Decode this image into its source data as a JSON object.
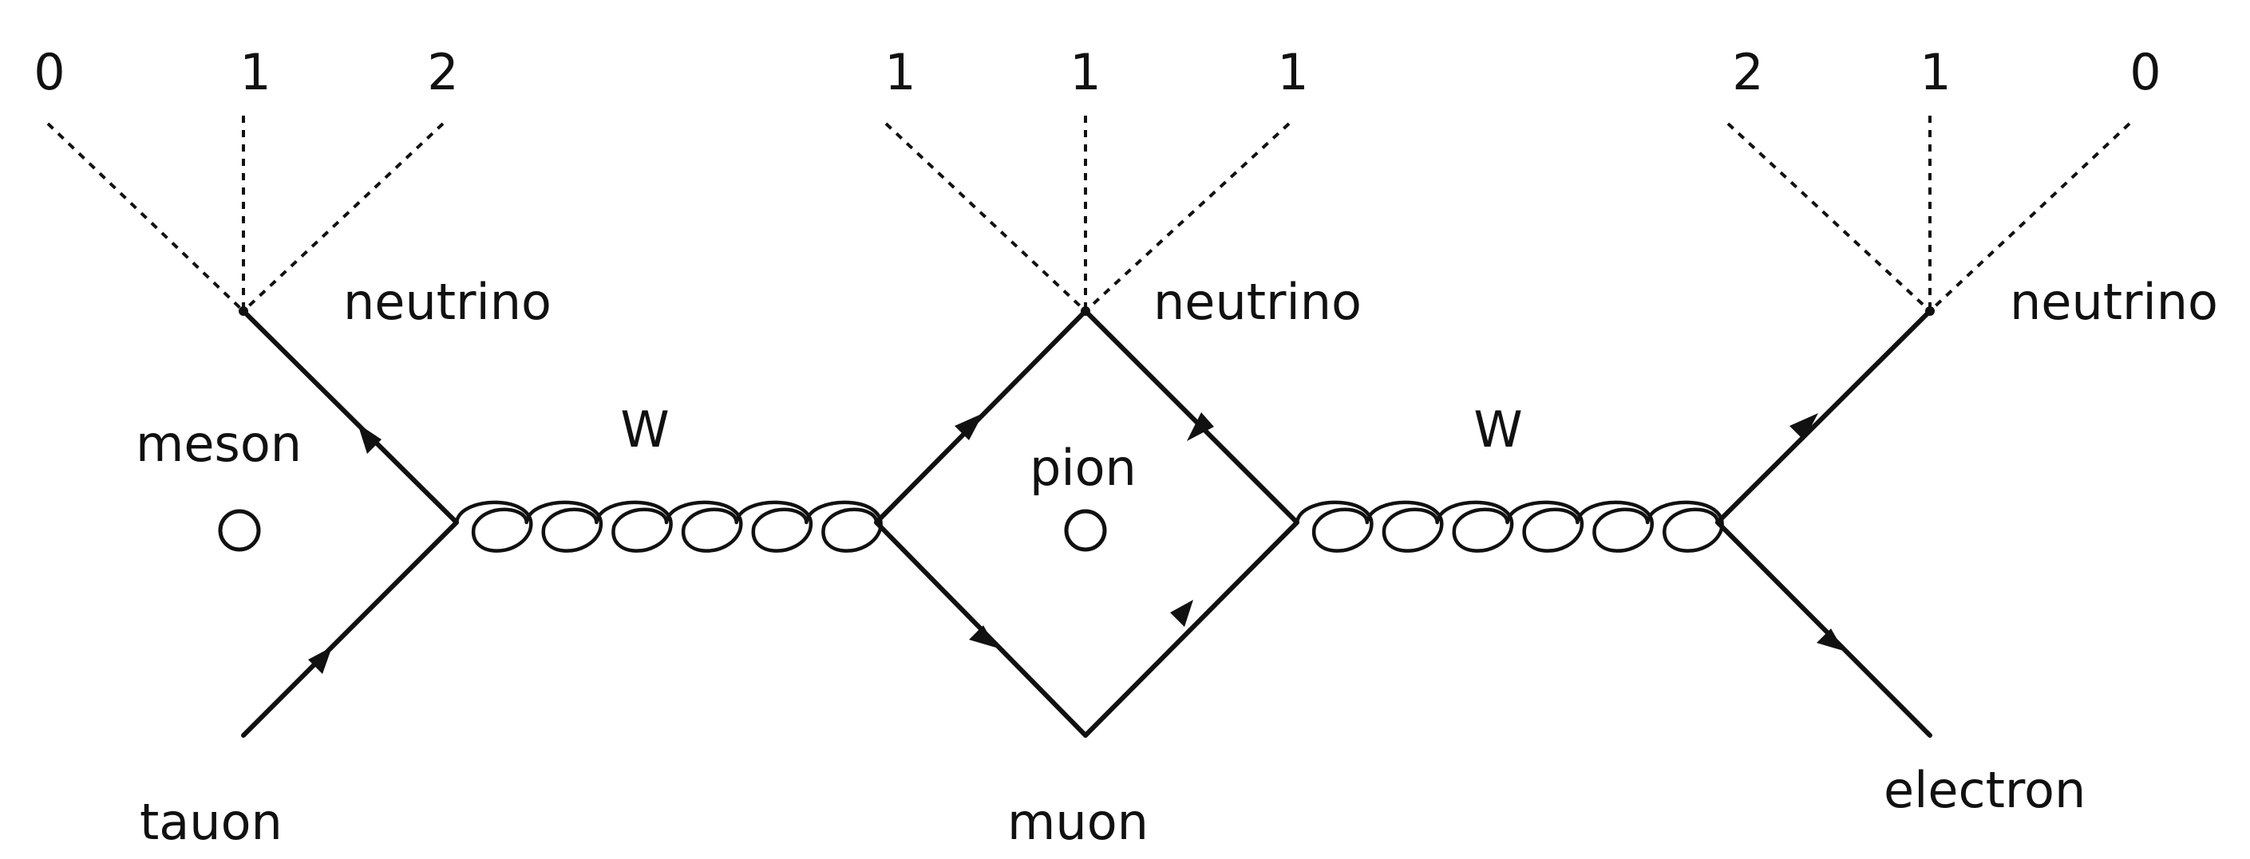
{
  "labels": {
    "neutrino_left": "neutrino",
    "neutrino_mid": "neutrino",
    "neutrino_right": "neutrino",
    "meson": "meson",
    "pion": "pion",
    "w_left": "W",
    "w_right": "W",
    "tauon": "tauon",
    "muon": "muon",
    "electron": "electron"
  },
  "vertex_numbers": {
    "left": [
      "0",
      "1",
      "2"
    ],
    "middle": [
      "1",
      "1",
      "1"
    ],
    "right": [
      "2",
      "1",
      "0"
    ]
  }
}
